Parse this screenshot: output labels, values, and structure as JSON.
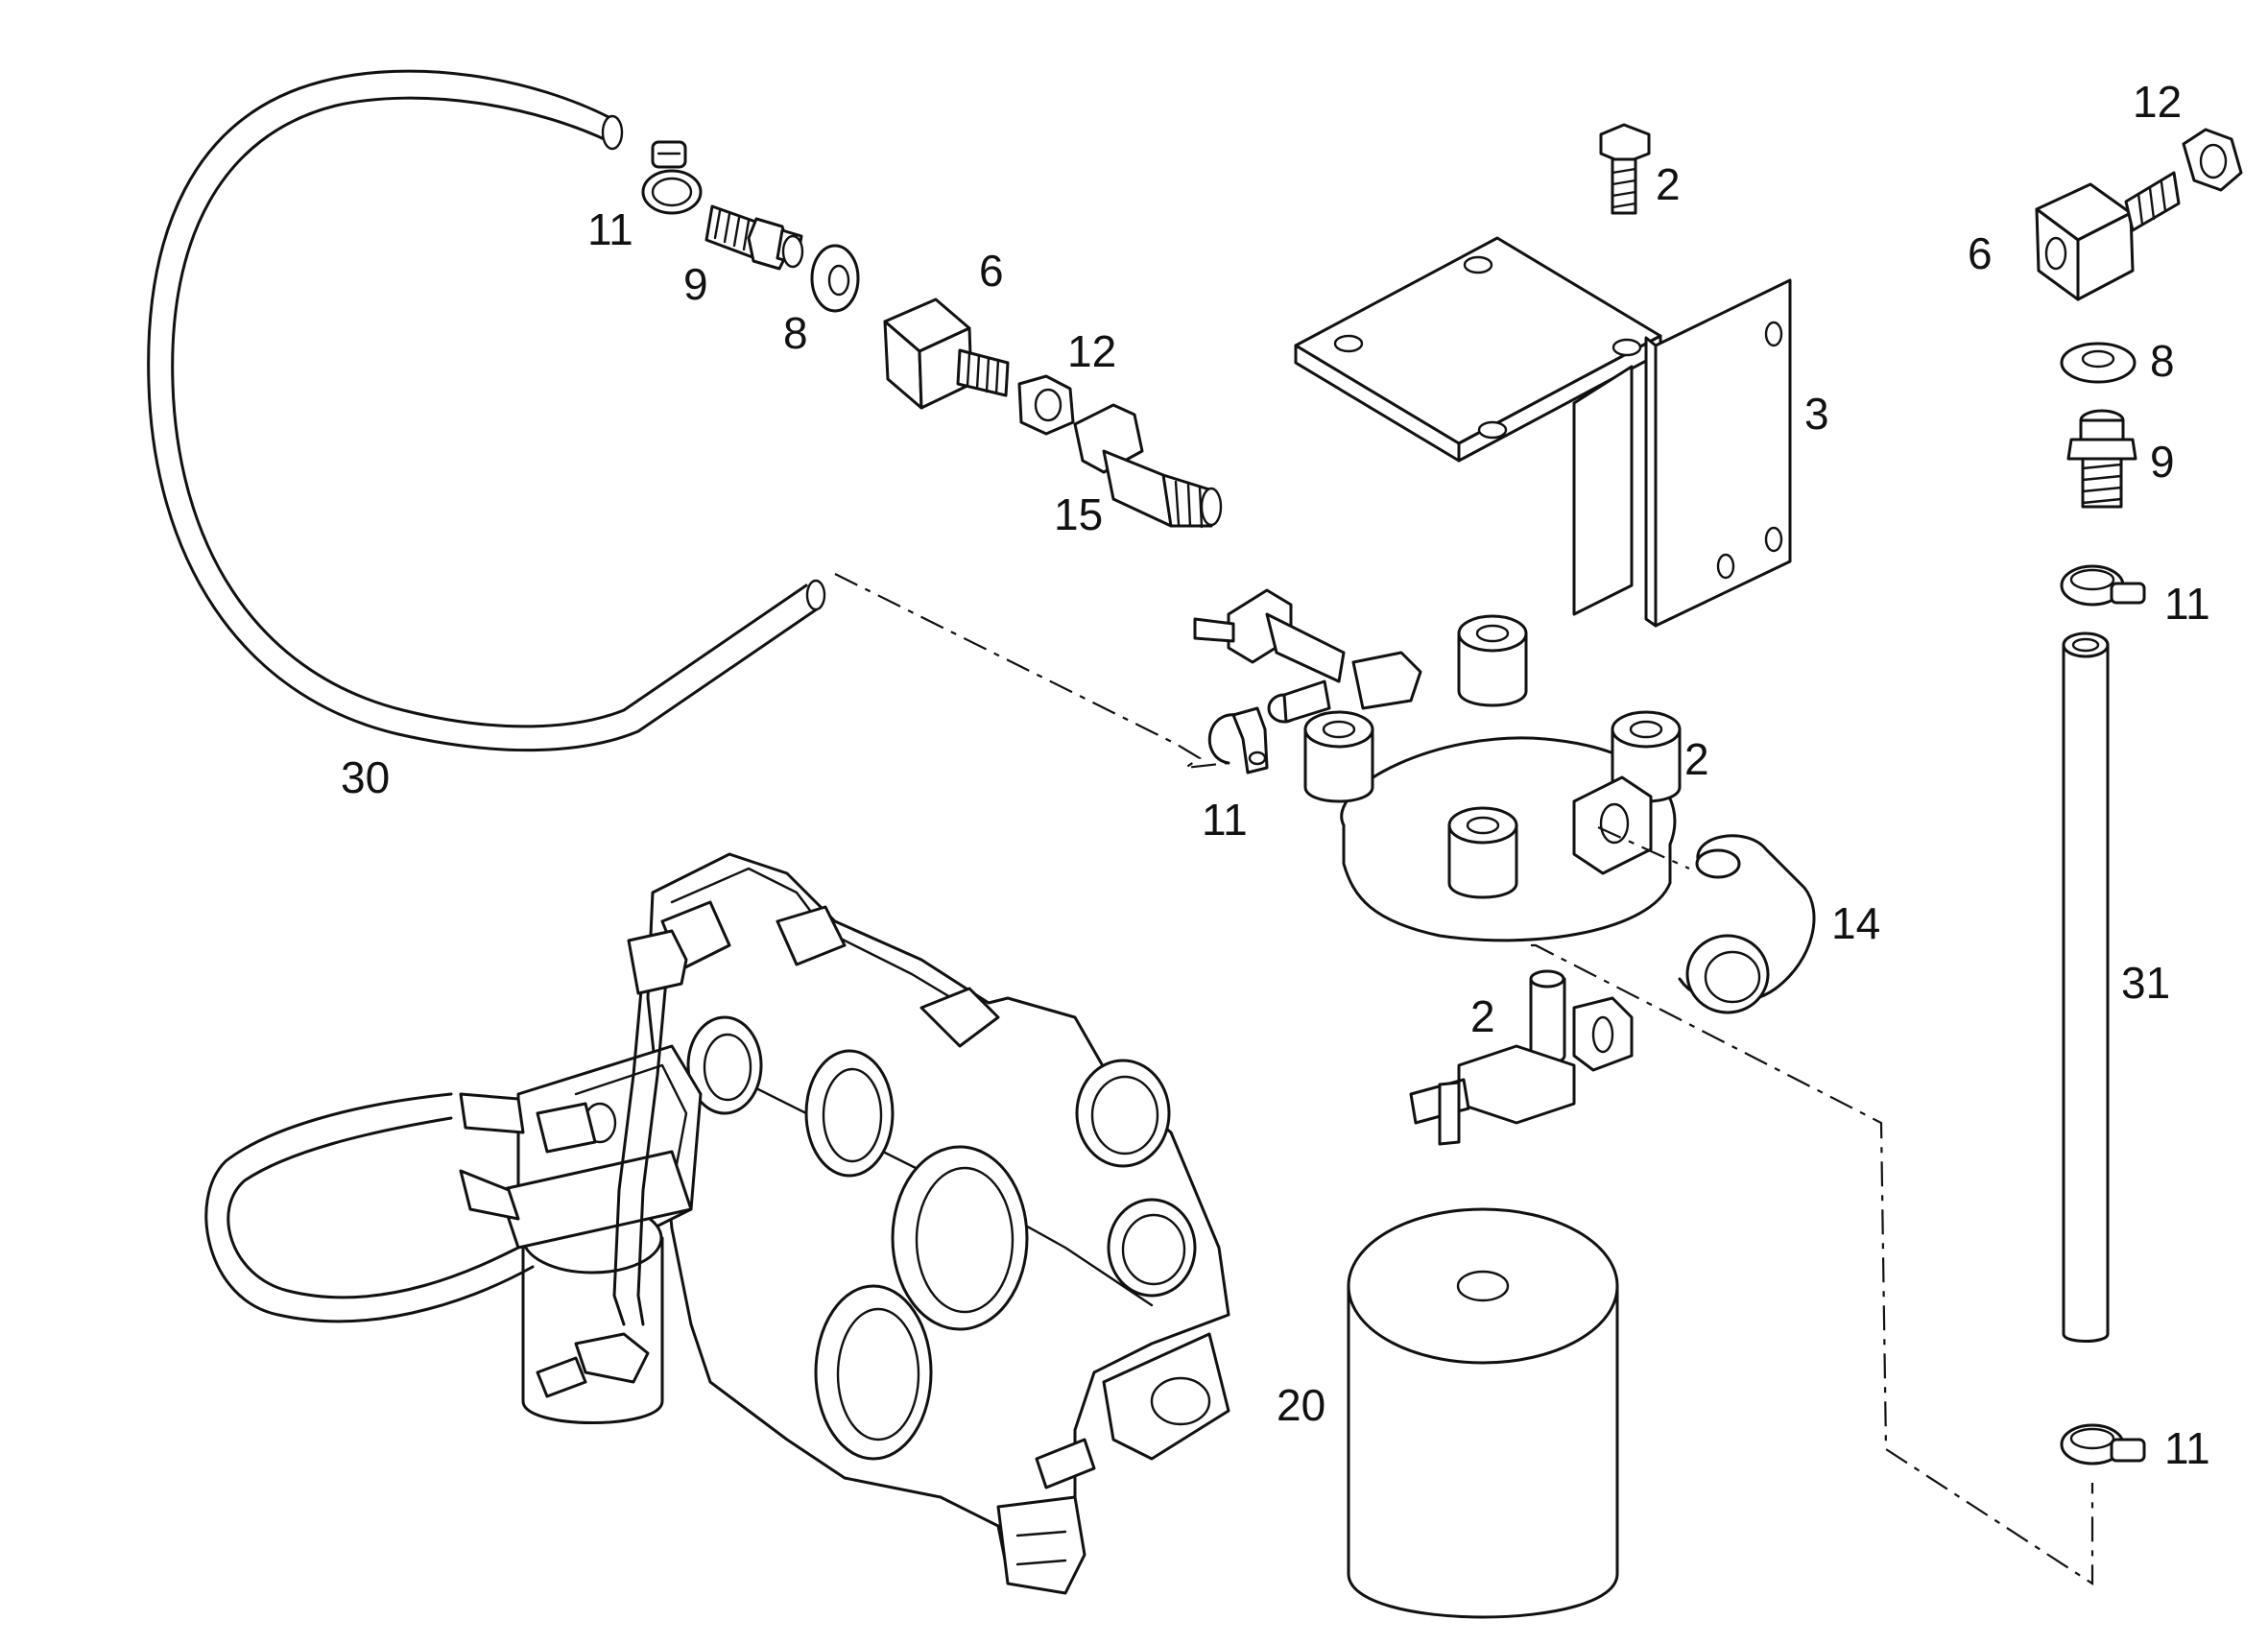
{
  "colors": {
    "line": "#111111",
    "background": "#ffffff"
  },
  "callouts": {
    "hose_30": "30",
    "clamp_11_top_left": "11",
    "union_9_left": "9",
    "washer_8_left": "8",
    "block_6_left": "6",
    "nut_12_left": "12",
    "fitting_15": "15",
    "bolt_2_top": "2",
    "bracket_3": "3",
    "nut_12_right": "12",
    "block_6_right": "6",
    "washer_8_right": "8",
    "union_9_right": "9",
    "clamp_11_right_upper": "11",
    "clamp_11_mid": "11",
    "filter_head_2": "2",
    "elbow_14": "14",
    "drain_tap_2": "2",
    "pipe_31": "31",
    "filter_20": "20",
    "clamp_11_right_lower": "11"
  }
}
